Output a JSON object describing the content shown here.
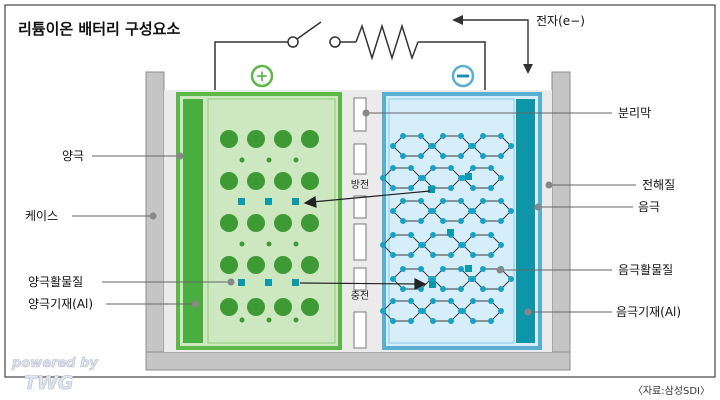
{
  "title": "리튬이온 배터리 구성요소",
  "electron_label": "전자(e−)",
  "terminals": {
    "positive": "+",
    "negative": "−"
  },
  "labels": {
    "positive_electrode": "양극",
    "case": "케이스",
    "positive_active_material": "양극활물질",
    "positive_substrate": "양극기재(Al)",
    "separator": "분리막",
    "electrolyte": "전해질",
    "negative_electrode": "음극",
    "negative_active_material": "음극활물질",
    "negative_substrate": "음극기재(Al)"
  },
  "process_labels": {
    "discharge": "방전",
    "charge": "충전"
  },
  "watermark": {
    "line1": "powered by",
    "line2": "TWG"
  },
  "source": "〈자료:삼성SDI〉",
  "colors": {
    "positive_frame": "#5cb848",
    "positive_fill": "#cde7c1",
    "positive_plate": "#49ad3f",
    "active_sphere": "#3d9a34",
    "negative_frame": "#5aaed2",
    "negative_fill": "#d5eefa",
    "negative_plate": "#0e96a8",
    "graphite_node": "#16a2c6",
    "lithium_ion": "#0c98ad",
    "case_gray": "#c5c5c5",
    "case_border": "#8c8c8c"
  }
}
